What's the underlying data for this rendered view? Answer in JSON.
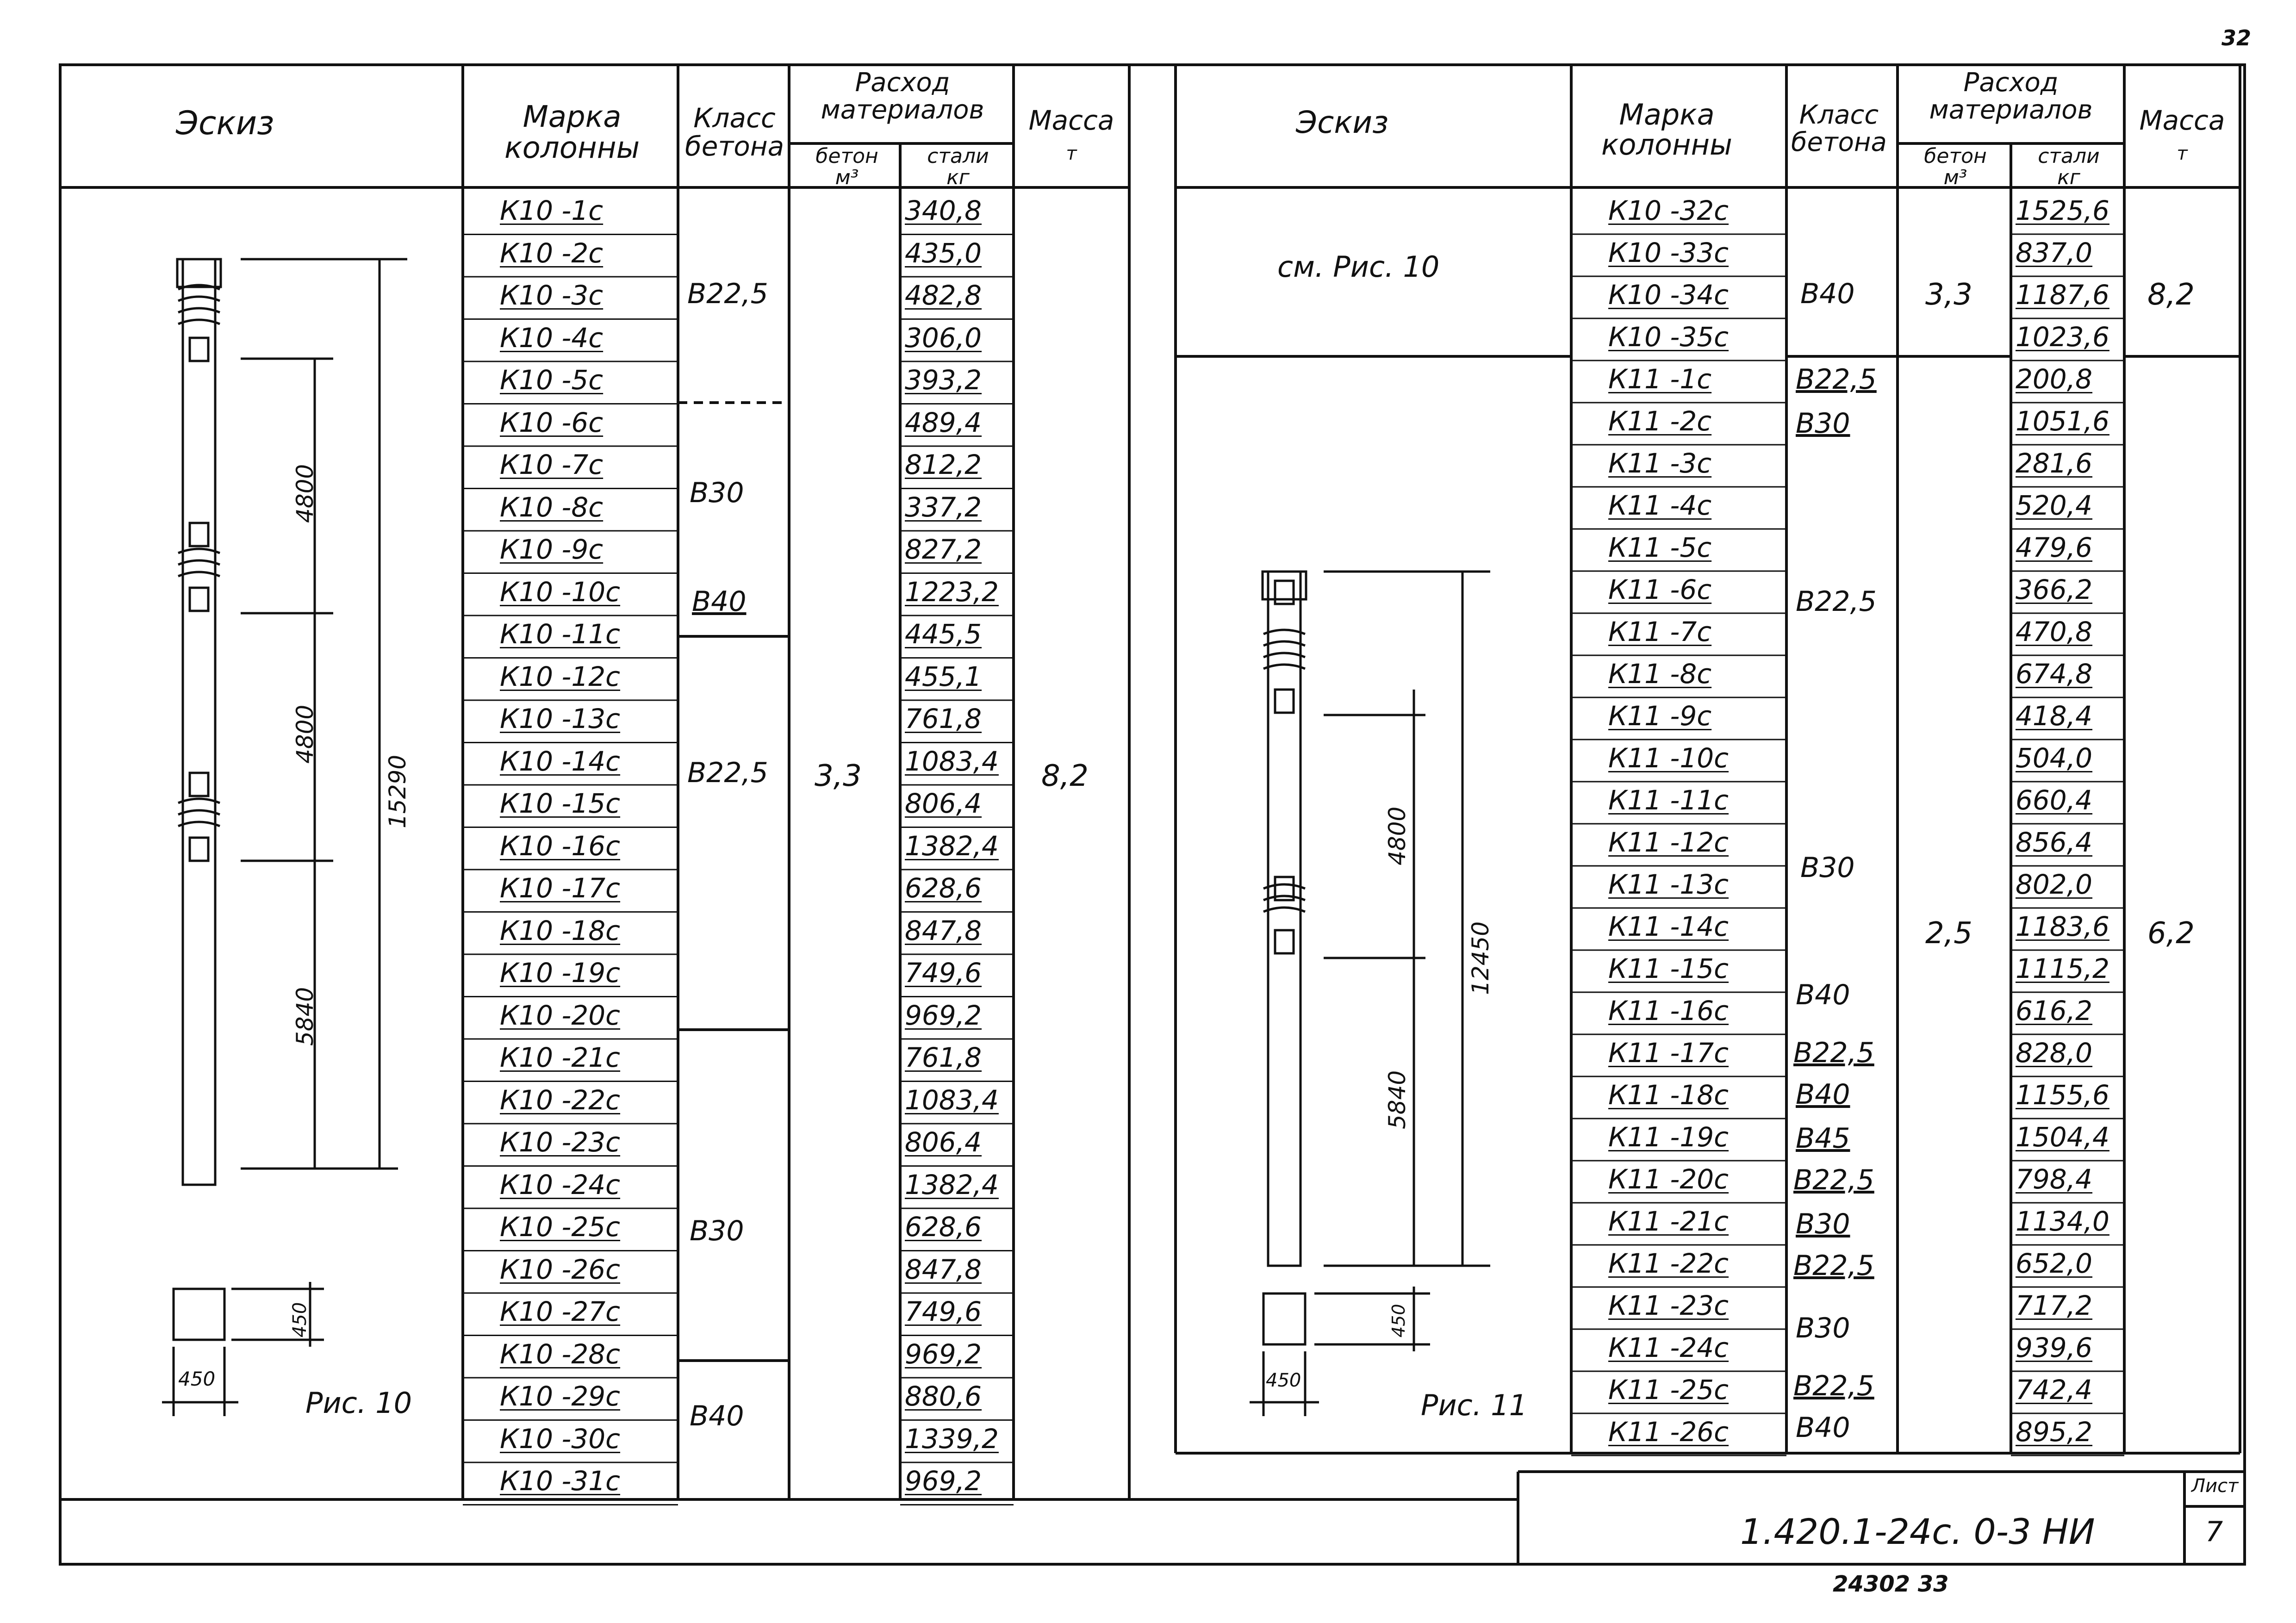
{
  "sheet_corner_number": "32",
  "headers": {
    "sketch": "Эскиз",
    "mark_line1": "Марка",
    "mark_line2": "колонны",
    "class_line1": "Класс",
    "class_line2": "бетона",
    "consumption_line1": "Расход",
    "consumption_line2": "материалов",
    "concrete_line1": "бетон",
    "concrete_unit": "м³",
    "steel_line1": "стали",
    "steel_unit": "кг",
    "mass": "Масса",
    "mass_unit": "т"
  },
  "left_table": {
    "rows": [
      {
        "mark": "К10 -1с",
        "steel": "340,8"
      },
      {
        "mark": "К10 -2с",
        "steel": "435,0"
      },
      {
        "mark": "К10 -3с",
        "steel": "482,8"
      },
      {
        "mark": "К10 -4с",
        "steel": "306,0"
      },
      {
        "mark": "К10 -5с",
        "steel": "393,2"
      },
      {
        "mark": "К10 -6с",
        "steel": "489,4"
      },
      {
        "mark": "К10 -7с",
        "steel": "812,2"
      },
      {
        "mark": "К10 -8с",
        "steel": "337,2"
      },
      {
        "mark": "К10 -9с",
        "steel": "827,2"
      },
      {
        "mark": "К10 -10с",
        "steel": "1223,2"
      },
      {
        "mark": "К10 -11с",
        "steel": "445,5"
      },
      {
        "mark": "К10 -12с",
        "steel": "455,1"
      },
      {
        "mark": "К10 -13с",
        "steel": "761,8"
      },
      {
        "mark": "К10 -14с",
        "steel": "1083,4"
      },
      {
        "mark": "К10 -15с",
        "steel": "806,4"
      },
      {
        "mark": "К10 -16с",
        "steel": "1382,4"
      },
      {
        "mark": "К10 -17с",
        "steel": "628,6"
      },
      {
        "mark": "К10 -18с",
        "steel": "847,8"
      },
      {
        "mark": "К10 -19с",
        "steel": "749,6"
      },
      {
        "mark": "К10 -20с",
        "steel": "969,2"
      },
      {
        "mark": "К10 -21с",
        "steel": "761,8"
      },
      {
        "mark": "К10 -22с",
        "steel": "1083,4"
      },
      {
        "mark": "К10 -23с",
        "steel": "806,4"
      },
      {
        "mark": "К10 -24с",
        "steel": "1382,4"
      },
      {
        "mark": "К10 -25с",
        "steel": "628,6"
      },
      {
        "mark": "К10 -26с",
        "steel": "847,8"
      },
      {
        "mark": "К10 -27с",
        "steel": "749,6"
      },
      {
        "mark": "К10 -28с",
        "steel": "969,2"
      },
      {
        "mark": "К10 -29с",
        "steel": "880,6"
      },
      {
        "mark": "К10 -30с",
        "steel": "1339,2"
      },
      {
        "mark": "К10 -31с",
        "steel": "969,2"
      }
    ],
    "class_groups": [
      "В22,5",
      "В30",
      "В40",
      "В22,5",
      "В30",
      "В40"
    ],
    "concrete": "3,3",
    "mass": "8,2",
    "figure_label": "Рис. 10",
    "dims": {
      "total": "15290",
      "upper": "4800",
      "middle": "4800",
      "lower": "5840",
      "section_w": "450",
      "section_h": "450"
    }
  },
  "right_table": {
    "rows": [
      {
        "mark": "К10 -32с",
        "steel": "1525,6"
      },
      {
        "mark": "К10 -33с",
        "steel": "837,0"
      },
      {
        "mark": "К10 -34с",
        "steel": "1187,6"
      },
      {
        "mark": "К10 -35с",
        "steel": "1023,6"
      },
      {
        "mark": "К11 -1с",
        "steel": "200,8"
      },
      {
        "mark": "К11 -2с",
        "steel": "1051,6"
      },
      {
        "mark": "К11 -3с",
        "steel": "281,6"
      },
      {
        "mark": "К11 -4с",
        "steel": "520,4"
      },
      {
        "mark": "К11 -5с",
        "steel": "479,6"
      },
      {
        "mark": "К11 -6с",
        "steel": "366,2"
      },
      {
        "mark": "К11 -7с",
        "steel": "470,8"
      },
      {
        "mark": "К11 -8с",
        "steel": "674,8"
      },
      {
        "mark": "К11 -9с",
        "steel": "418,4"
      },
      {
        "mark": "К11 -10с",
        "steel": "504,0"
      },
      {
        "mark": "К11 -11с",
        "steel": "660,4"
      },
      {
        "mark": "К11 -12с",
        "steel": "856,4"
      },
      {
        "mark": "К11 -13с",
        "steel": "802,0"
      },
      {
        "mark": "К11 -14с",
        "steel": "1183,6"
      },
      {
        "mark": "К11 -15с",
        "steel": "1115,2"
      },
      {
        "mark": "К11 -16с",
        "steel": "616,2"
      },
      {
        "mark": "К11 -17с",
        "steel": "828,0"
      },
      {
        "mark": "К11 -18с",
        "steel": "1155,6"
      },
      {
        "mark": "К11 -19с",
        "steel": "1504,4"
      },
      {
        "mark": "К11 -20с",
        "steel": "798,4"
      },
      {
        "mark": "К11 -21с",
        "steel": "1134,0"
      },
      {
        "mark": "К11 -22с",
        "steel": "652,0"
      },
      {
        "mark": "К11 -23с",
        "steel": "717,2"
      },
      {
        "mark": "К11 -24с",
        "steel": "939,6"
      },
      {
        "mark": "К11 -25с",
        "steel": "742,4"
      },
      {
        "mark": "К11 -26с",
        "steel": "895,2"
      }
    ],
    "ref_note": "см. Рис. 10",
    "class_k10": "В40",
    "concrete_k10": "3,3",
    "mass_k10": "8,2",
    "class_k11": [
      "В22,5",
      "В30",
      "В22,5",
      "В30",
      "В40",
      "В22,5",
      "В40",
      "В45",
      "В22,5",
      "В30",
      "В22,5",
      "В30",
      "В22,5",
      "В40"
    ],
    "concrete_k11": "2,5",
    "mass_k11": "6,2",
    "figure_label": "Рис. 11",
    "dims": {
      "total": "12450",
      "upper": "4800",
      "lower": "5840",
      "section_w": "450",
      "section_h": "450"
    }
  },
  "title_block": {
    "doc_code": "1.420.1-24с. 0-3 НИ",
    "sheet_label": "Лист",
    "sheet_number": "7"
  },
  "bottom_number": "24302  33"
}
